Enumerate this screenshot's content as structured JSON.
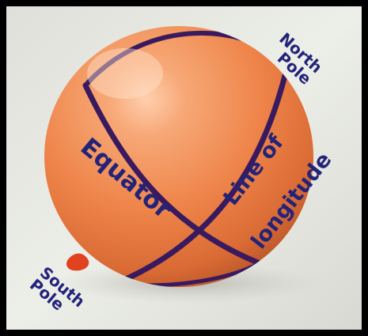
{
  "image": {
    "subject": "orange-balloon",
    "colors": {
      "balloon": "#ef8a4e",
      "band": "#3a1a5e",
      "label": "#23237a",
      "background": "#e6e7e2",
      "border": "#000000"
    }
  },
  "labels": {
    "equator": "Equator",
    "north_pole_line1": "North",
    "north_pole_line2": "Pole",
    "south_pole_line1": "South",
    "south_pole_line2": "Pole",
    "longitude_line1": "Line of",
    "longitude_line2": "longitude"
  }
}
